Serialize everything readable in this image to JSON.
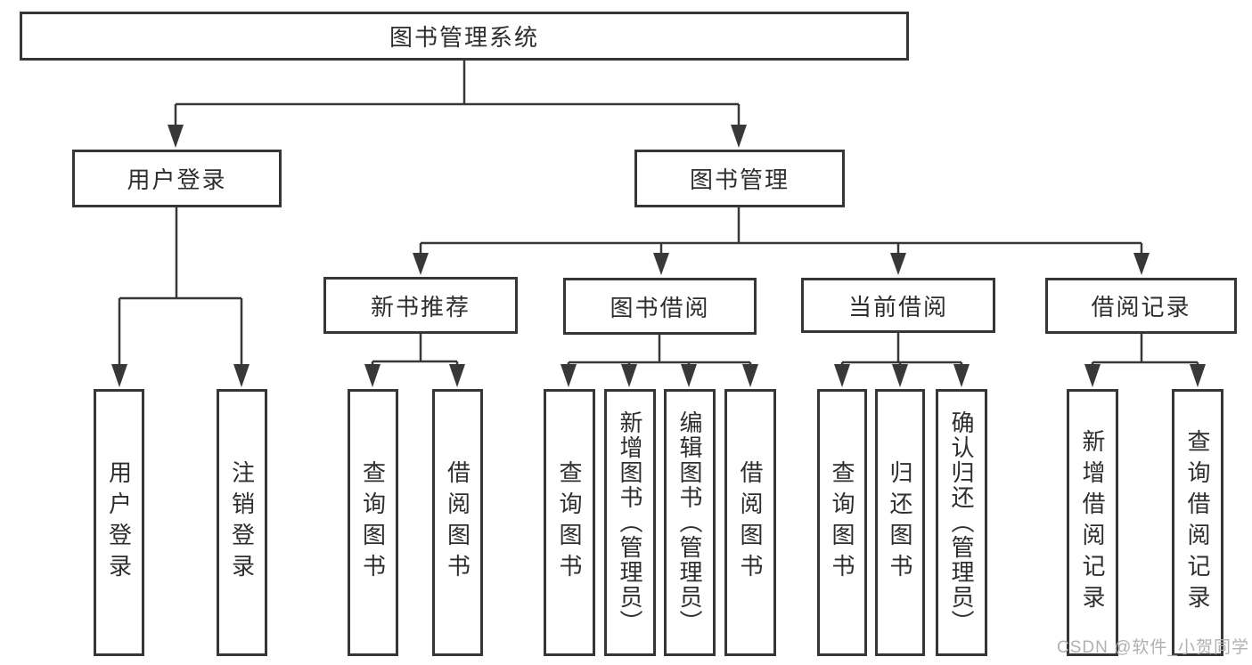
{
  "diagram": {
    "root_label": "图书管理系统",
    "level1": {
      "user_login": "用户登录",
      "book_mgmt": "图书管理"
    },
    "level2": {
      "new_books": "新书推荐",
      "book_borrow": "图书借阅",
      "current_borrow": "当前借阅",
      "borrow_records": "借阅记录"
    },
    "leaves": {
      "login": "用户登录",
      "logout": "注销登录",
      "nb_query": "查询图书",
      "nb_borrow": "借阅图书",
      "bb_query": "查询图书",
      "bb_add": "新增图书（管理员）",
      "bb_edit": "编辑图书（管理员）",
      "bb_borrow": "借阅图书",
      "cb_query": "查询图书",
      "cb_return": "归还图书",
      "cb_confirm": "确认归还（管理员）",
      "br_add": "新增借阅记录",
      "br_query": "查询借阅记录"
    }
  },
  "watermark": {
    "text": "CSDN @软件_小贺同学"
  },
  "colors": {
    "line": "#383838",
    "box_border": "#363636",
    "text": "#2e2e2e",
    "watermark": "#b1b1b1",
    "background": "#ffffff"
  }
}
